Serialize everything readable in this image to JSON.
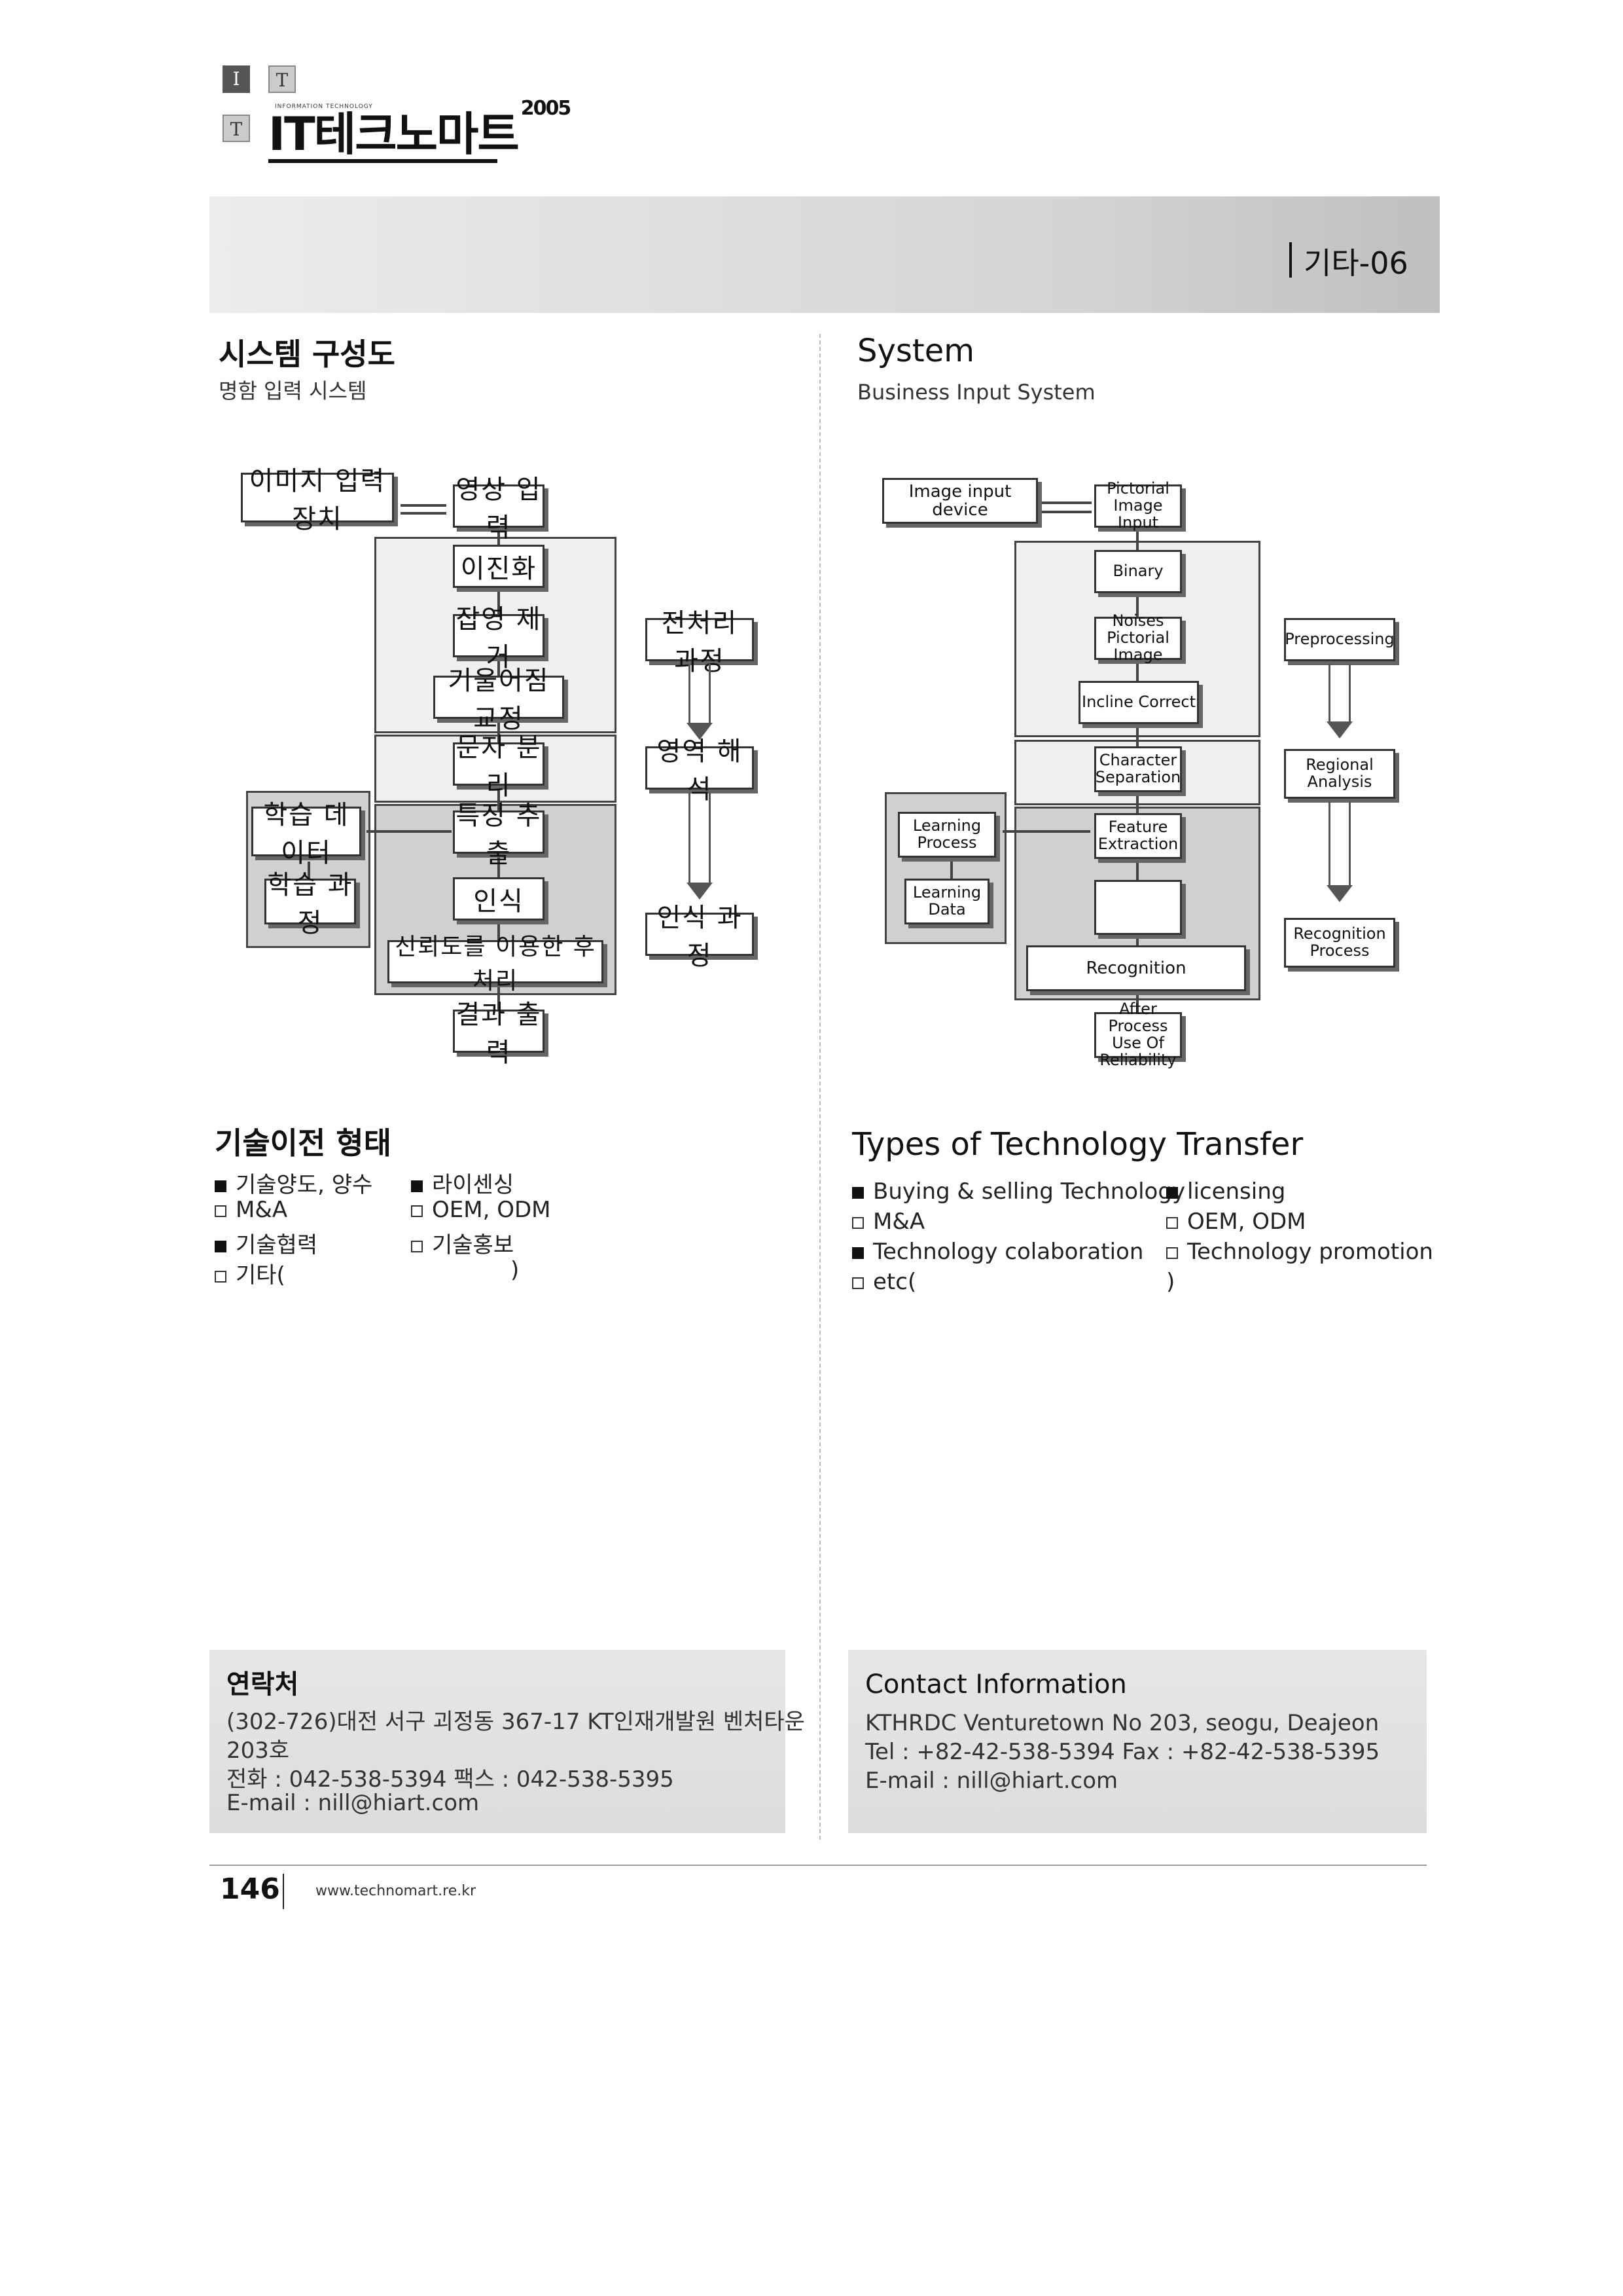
{
  "logo": {
    "letters": [
      "I",
      "T",
      "T"
    ],
    "main": "IT테크노마트",
    "year": "2005",
    "tagline": "INFORMATION TECHNOLOGY"
  },
  "banner": {
    "code": "기타-06"
  },
  "ko": {
    "system_title": "시스템 구성도",
    "system_subtitle": "명함 입력 시스템",
    "diagram": {
      "input_device": "이미지 입력 장치",
      "image_input": "영상 입력",
      "binarize": "이진화",
      "noise_removal": "잡영 제거",
      "skew_correction": "기울어짐 교정",
      "char_separation": "문자 분리",
      "feature_extraction": "특징 추출",
      "recognition": "인식",
      "post_processing": "신뢰도를 이용한 후처리",
      "result_output": "결과 출력",
      "learning_data": "학습 데이터",
      "learning_process": "학습 과정",
      "preprocessing": "전처리 과정",
      "region_analysis": "영역 해석",
      "recognition_process": "인식 과정"
    },
    "transfer_title": "기술이전 형태",
    "transfer": {
      "sale": "기술양도, 양수",
      "licensing": "라이센싱",
      "ma": "M&A",
      "oem": "OEM, ODM",
      "cooperation": "기술협력",
      "promotion": "기술홍보",
      "etc": "기타(",
      "etc_close": ")"
    },
    "contact": {
      "title": "연락처",
      "address_1": "(302-726)대전 서구 괴정동 367-17 KT인재개발원 벤처타운",
      "address_2": "203호",
      "phone_fax": "전화 : 042-538-5394   팩스 : 042-538-5395",
      "email": "E-mail : nill@hiart.com"
    }
  },
  "en": {
    "system_title": "System",
    "system_subtitle": "Business Input System",
    "diagram": {
      "input_device": "Image input device",
      "image_input": "Pictorial Image Input",
      "binary": "Binary",
      "noises": "Noises Pictorial Image",
      "incline": "Incline Correct",
      "char_separation": "Character Separation",
      "feature_extraction": "Feature Extraction",
      "recognition": "Recognition",
      "after_process": "After Process Use Of Reliability",
      "learning_process": "Learning Process",
      "learning_data": "Learning Data",
      "preprocessing": "Preprocessing",
      "regional": "Regional Analysis",
      "recognition_process": "Recognition Process"
    },
    "transfer_title": "Types of Technology Transfer",
    "transfer": {
      "sale": "Buying & selling Technology",
      "licensing": "licensing",
      "ma": "M&A",
      "oem": "OEM, ODM",
      "cooperation": "Technology colaboration",
      "promotion": "Technology promotion",
      "etc": "etc(",
      "etc_close": ")"
    },
    "contact": {
      "title": "Contact Information",
      "address": "KTHRDC Venturetown No 203, seogu, Deajeon",
      "phone_fax": "Tel : +82-42-538-5394   Fax : +82-42-538-5395",
      "email": "E-mail : nill@hiart.com"
    }
  },
  "footer": {
    "page_number": "146",
    "url": "www.technomart.re.kr"
  },
  "checkbox_state": {
    "sale": true,
    "licensing": true,
    "ma": false,
    "oem": false,
    "cooperation": true,
    "promotion": false,
    "etc": false
  }
}
